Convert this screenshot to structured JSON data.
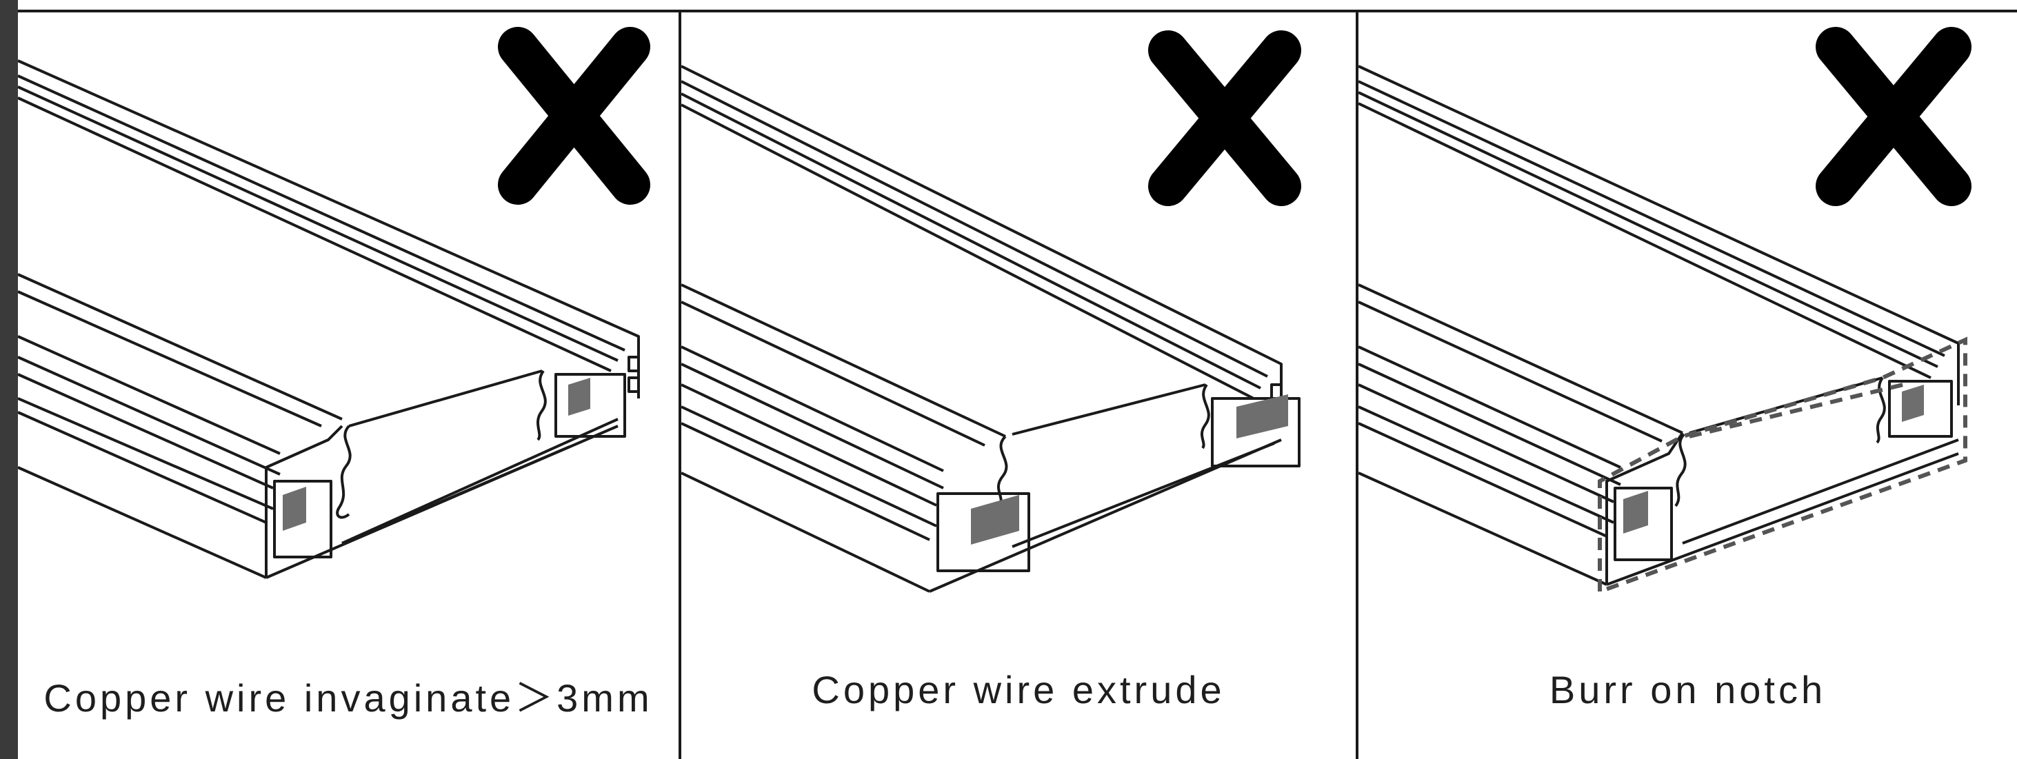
{
  "panels": [
    {
      "caption": "Copper wire invaginate＞3mm",
      "status_icon": "cross-mark-icon"
    },
    {
      "caption": "Copper wire extrude",
      "status_icon": "cross-mark-icon"
    },
    {
      "caption": "Burr on notch",
      "status_icon": "cross-mark-icon"
    }
  ],
  "colors": {
    "line": "#1a1a1a",
    "insert": "#6e6e6e",
    "burr": "#555555",
    "mark": "#000000",
    "sidebar": "#3a3a3a"
  }
}
